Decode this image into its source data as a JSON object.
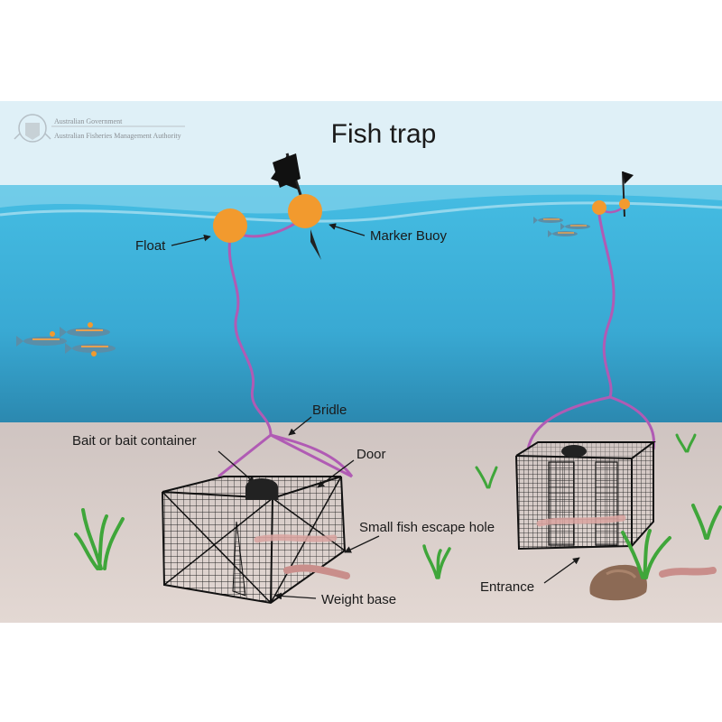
{
  "diagram": {
    "title": "Fish trap",
    "agency": {
      "line1": "Australian Government",
      "line2": "Australian Fisheries Management Authority"
    },
    "labels": {
      "float": "Float",
      "marker_buoy": "Marker Buoy",
      "bridle": "Bridle",
      "bait": "Bait or bait container",
      "door": "Door",
      "escape_hole": "Small fish escape hole",
      "weight_base": "Weight base",
      "entrance": "Entrance"
    }
  },
  "colors": {
    "sky": "#dff0f7",
    "water_top": "#3fb3dd",
    "water_bottom": "#2c8cb4",
    "seabed": "#d9cdc8",
    "rope": "#b05bb4",
    "buoy": "#f29a2e",
    "net": "#222222"
  }
}
